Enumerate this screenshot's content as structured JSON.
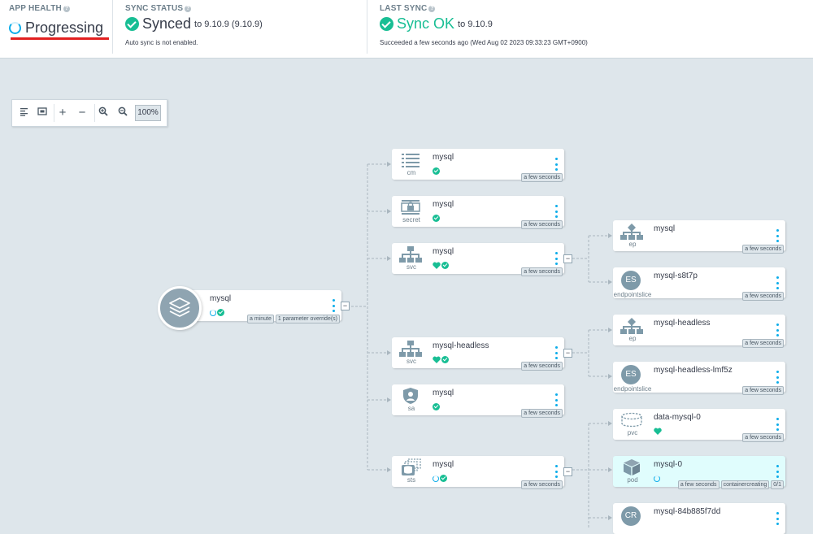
{
  "header": {
    "app_health": {
      "label": "APP HEALTH",
      "value": "Progressing"
    },
    "sync_status": {
      "label": "SYNC STATUS",
      "value": "Synced",
      "to": "to 9.10.9 (9.10.9)",
      "sub": "Auto sync is not enabled."
    },
    "last_sync": {
      "label": "LAST SYNC",
      "value": "Sync OK",
      "to": "to 9.10.9",
      "sub": "Succeeded a few seconds ago (Wed Aug 02 2023 09:33:23 GMT+0900)"
    },
    "help": "?"
  },
  "toolbar": {
    "zoom": "100%",
    "zoom_in": "+",
    "zoom_out": "−"
  },
  "colors": {
    "accent": "#0dadea",
    "healthy": "#18be94",
    "progressing": "#0dadea",
    "alert": "#e22020"
  },
  "app": {
    "name": "mysql",
    "tags": [
      "a minute",
      "1 parameter override(s)"
    ],
    "collapse": "−"
  },
  "nodes": {
    "cm": {
      "name": "mysql",
      "kind": "cm",
      "tag": "a few seconds"
    },
    "secret": {
      "name": "mysql",
      "kind": "secret",
      "tag": "a few seconds"
    },
    "svc1": {
      "name": "mysql",
      "kind": "svc",
      "tag": "a few seconds",
      "collapse": "−"
    },
    "svc2": {
      "name": "mysql-headless",
      "kind": "svc",
      "tag": "a few seconds",
      "collapse": "−"
    },
    "sa": {
      "name": "mysql",
      "kind": "sa",
      "tag": "a few seconds"
    },
    "sts": {
      "name": "mysql",
      "kind": "sts",
      "tag": "a few seconds",
      "collapse": "−"
    },
    "ep1": {
      "name": "mysql",
      "kind": "ep",
      "tag": "a few seconds"
    },
    "es1": {
      "name": "mysql-s8t7p",
      "kind": "endpointslice",
      "badge": "ES",
      "tag": "a few seconds"
    },
    "ep2": {
      "name": "mysql-headless",
      "kind": "ep",
      "tag": "a few seconds"
    },
    "es2": {
      "name": "mysql-headless-lmf5z",
      "kind": "endpointslice",
      "badge": "ES",
      "tag": "a few seconds"
    },
    "pvc": {
      "name": "data-mysql-0",
      "kind": "pvc",
      "tag": "a few seconds"
    },
    "pod": {
      "name": "mysql-0",
      "kind": "pod",
      "tags": [
        "a few seconds",
        "containercreating",
        "0/1"
      ]
    },
    "cr": {
      "name": "mysql-84b885f7dd",
      "badge": "CR"
    }
  }
}
